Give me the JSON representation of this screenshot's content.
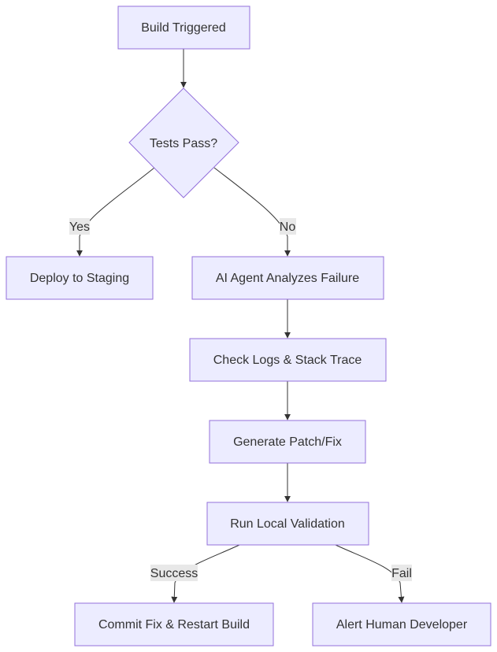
{
  "nodes": {
    "build_triggered": "Build Triggered",
    "tests_pass": "Tests Pass?",
    "deploy_staging": "Deploy to Staging",
    "ai_agent": "AI Agent Analyzes Failure",
    "check_logs": "Check Logs & Stack Trace",
    "generate_patch": "Generate Patch/Fix",
    "run_validation": "Run Local Validation",
    "commit_fix": "Commit Fix & Restart Build",
    "alert_human": "Alert Human Developer"
  },
  "edges": {
    "yes": "Yes",
    "no": "No",
    "success": "Success",
    "fail": "Fail"
  },
  "colors": {
    "node_fill": "#ececff",
    "node_stroke": "#9370db",
    "edge": "#333333",
    "label_bg": "#e8e8e8"
  }
}
